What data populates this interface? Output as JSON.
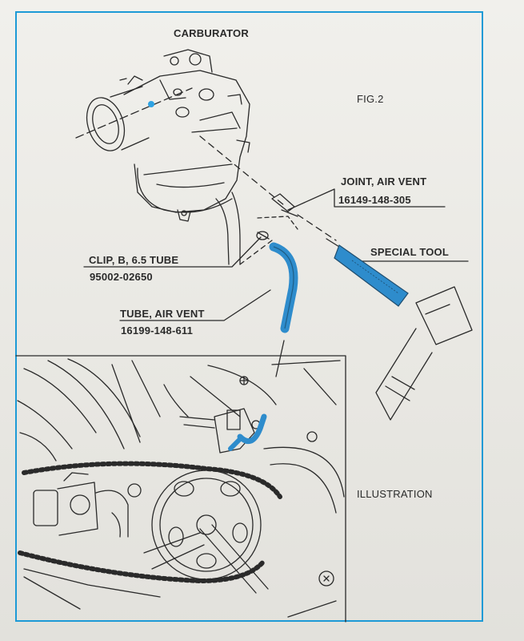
{
  "diagram": {
    "title": "CARBURATOR",
    "figure": "FIG.2",
    "illustration_label": "ILLUSTRATION",
    "accent_color": "#2e8ccc",
    "frame_color": "#1d9ad6",
    "callouts": {
      "joint": {
        "name": "JOINT, AIR VENT",
        "part_number": "16149-148-305"
      },
      "special_tool": {
        "name": "SPECIAL TOOL"
      },
      "clip": {
        "name": "CLIP, B, 6.5 TUBE",
        "part_number": "95002-02650"
      },
      "tube": {
        "name": "TUBE, AIR VENT",
        "part_number": "16199-148-611"
      }
    }
  }
}
